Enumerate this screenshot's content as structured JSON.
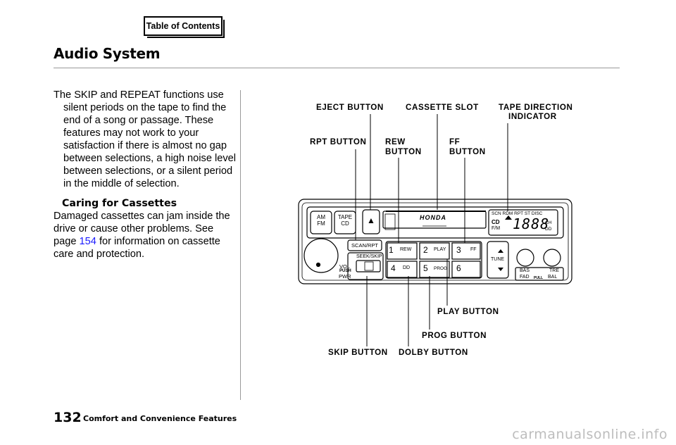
{
  "nav": {
    "toc_label": "Table of Contents"
  },
  "page": {
    "title": "Audio System",
    "page_number": "132",
    "section_footer": "Comfort and Convenience Features"
  },
  "body": {
    "para1": "The SKIP and REPEAT functions use silent periods on the tape to find the end of a song or passage. These features may not work to your satisfaction if there is almost no gap between selections, a high noise level between selections, or a silent period in the middle of selection.",
    "heading": "Caring for Cassettes",
    "para2_a": "Damaged cassettes can jam inside the drive or cause other problems. See page ",
    "para2_link": "154",
    "para2_b": " for information on cassette care and protection."
  },
  "callouts": {
    "eject": "EJECT BUTTON",
    "slot": "CASSETTE SLOT",
    "tape_dir_1": "TAPE DIRECTION",
    "tape_dir_2": "INDICATOR",
    "rpt": "RPT BUTTON",
    "rew_1": "REW",
    "rew_2": "BUTTON",
    "ff_1": "FF",
    "ff_2": "BUTTON",
    "play": "PLAY BUTTON",
    "prog": "PROG BUTTON",
    "skip": "SKIP BUTTON",
    "dolby": "DOLBY BUTTON"
  },
  "radio": {
    "brand": "HONDA",
    "am": "AM",
    "fm": "FM",
    "tape": "TAPE",
    "cd": "CD",
    "scan_rpt": "SCAN/RPT",
    "seek_skip": "SEEK/SKIP",
    "vol": "VOL",
    "push": "PUSH",
    "pwr": "PWR",
    "preset": [
      {
        "num": "1",
        "label": "REW"
      },
      {
        "num": "2",
        "label": "PLAY"
      },
      {
        "num": "3",
        "label": "FF"
      },
      {
        "num": "4",
        "label": "DD"
      },
      {
        "num": "5",
        "label": "PROG"
      },
      {
        "num": "6",
        "label": ""
      }
    ],
    "tune": "TUNE",
    "display_top": "SCN RDM RPT ST DISC",
    "display_cd": "CD",
    "display_fm": "F/M",
    "display_ch": "CH",
    "display_dd": "DD",
    "display_digits": "1888",
    "bas": "BAS",
    "tre": "TRE",
    "fad": "FAD",
    "pull": "PULL",
    "bal": "BAL",
    "eject_glyph": "▲"
  },
  "watermark": "carmanualsonline.info"
}
